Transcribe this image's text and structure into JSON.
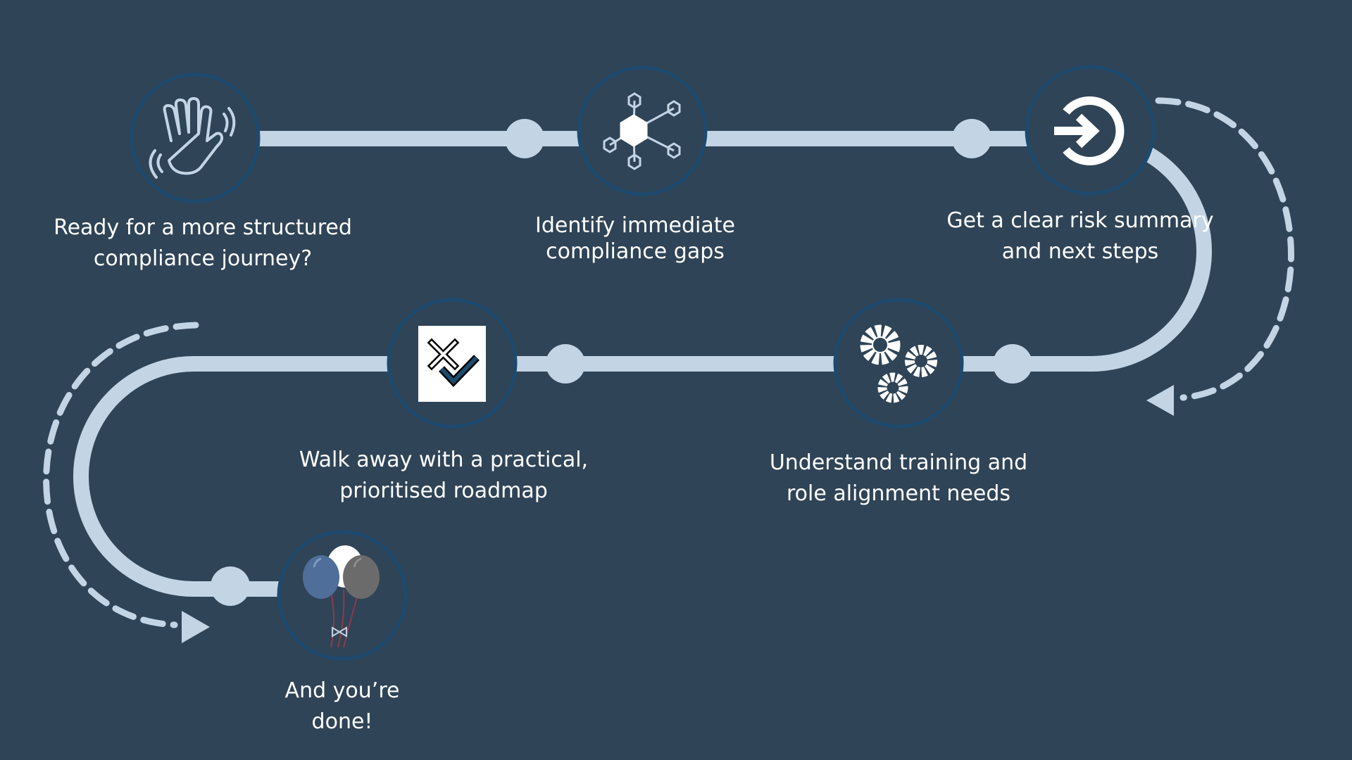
{
  "colors": {
    "background": "#2f4456",
    "track": "#c3d4e5",
    "node_ring": "#1d4a6e",
    "text": "#ffffff",
    "balloon_blue": "#4f6e99",
    "balloon_white": "#ffffff",
    "balloon_grey": "#6b6b6b"
  },
  "steps": [
    {
      "id": "ready",
      "icon": "waving-hand-icon",
      "lines": [
        "Ready for a more structured",
        "compliance journey?"
      ]
    },
    {
      "id": "identify",
      "icon": "network-hub-icon",
      "lines": [
        "Identify immediate",
        "compliance gaps"
      ]
    },
    {
      "id": "risk",
      "icon": "enter-arrow-icon",
      "lines": [
        "Get a clear risk summary",
        "and next steps"
      ]
    },
    {
      "id": "training",
      "icon": "gears-icon",
      "lines": [
        "Understand training and",
        "role alignment needs"
      ]
    },
    {
      "id": "roadmap",
      "icon": "cross-check-icon",
      "lines": [
        "Walk away with a practical,",
        "prioritised roadmap"
      ]
    },
    {
      "id": "done",
      "icon": "balloons-icon",
      "lines": [
        "And you’re",
        "done!"
      ]
    }
  ]
}
